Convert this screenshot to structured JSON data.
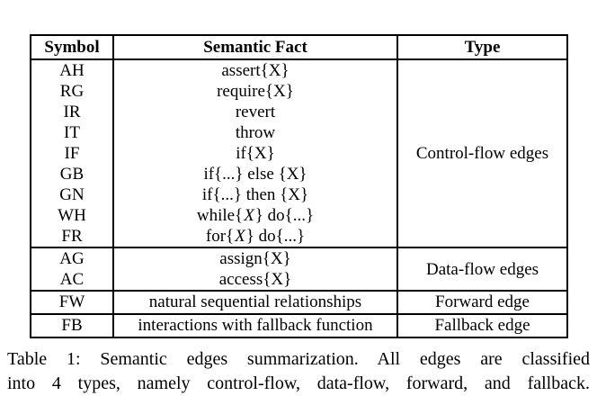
{
  "table": {
    "headers": {
      "symbol": "Symbol",
      "fact": "Semantic Fact",
      "type": "Type"
    },
    "rows": [
      {
        "symbol": "AH",
        "fact": "assert{X}"
      },
      {
        "symbol": "RG",
        "fact": "require{X}"
      },
      {
        "symbol": "IR",
        "fact": "revert"
      },
      {
        "symbol": "IT",
        "fact": "throw"
      },
      {
        "symbol": "IF",
        "fact": "if{X}"
      },
      {
        "symbol": "GB",
        "fact": "if{...} else {X}"
      },
      {
        "symbol": "GN",
        "fact": "if{...} then {X}"
      },
      {
        "symbol": "WH",
        "fact_pre": "while{",
        "fact_var": "X",
        "fact_post": "} do{...}"
      },
      {
        "symbol": "FR",
        "fact_pre": "for{",
        "fact_var": "X",
        "fact_post": "} do{...}"
      },
      {
        "symbol": "AG",
        "fact": "assign{X}"
      },
      {
        "symbol": "AC",
        "fact": "access{X}"
      },
      {
        "symbol": "FW",
        "fact": "natural sequential relationships"
      },
      {
        "symbol": "FB",
        "fact": "interactions with fallback function"
      }
    ],
    "types": {
      "control_flow": "Control-flow edges",
      "data_flow": "Data-flow edges",
      "forward": "Forward edge",
      "fallback": "Fallback edge"
    }
  },
  "caption": {
    "line1": "Table 1: Semantic edges summarization. All edges are classified",
    "line2": "into 4 types, namely control-flow, data-flow, forward, and fallback."
  },
  "colors": {
    "text": "#000000",
    "background": "#ffffff",
    "border": "#000000"
  }
}
